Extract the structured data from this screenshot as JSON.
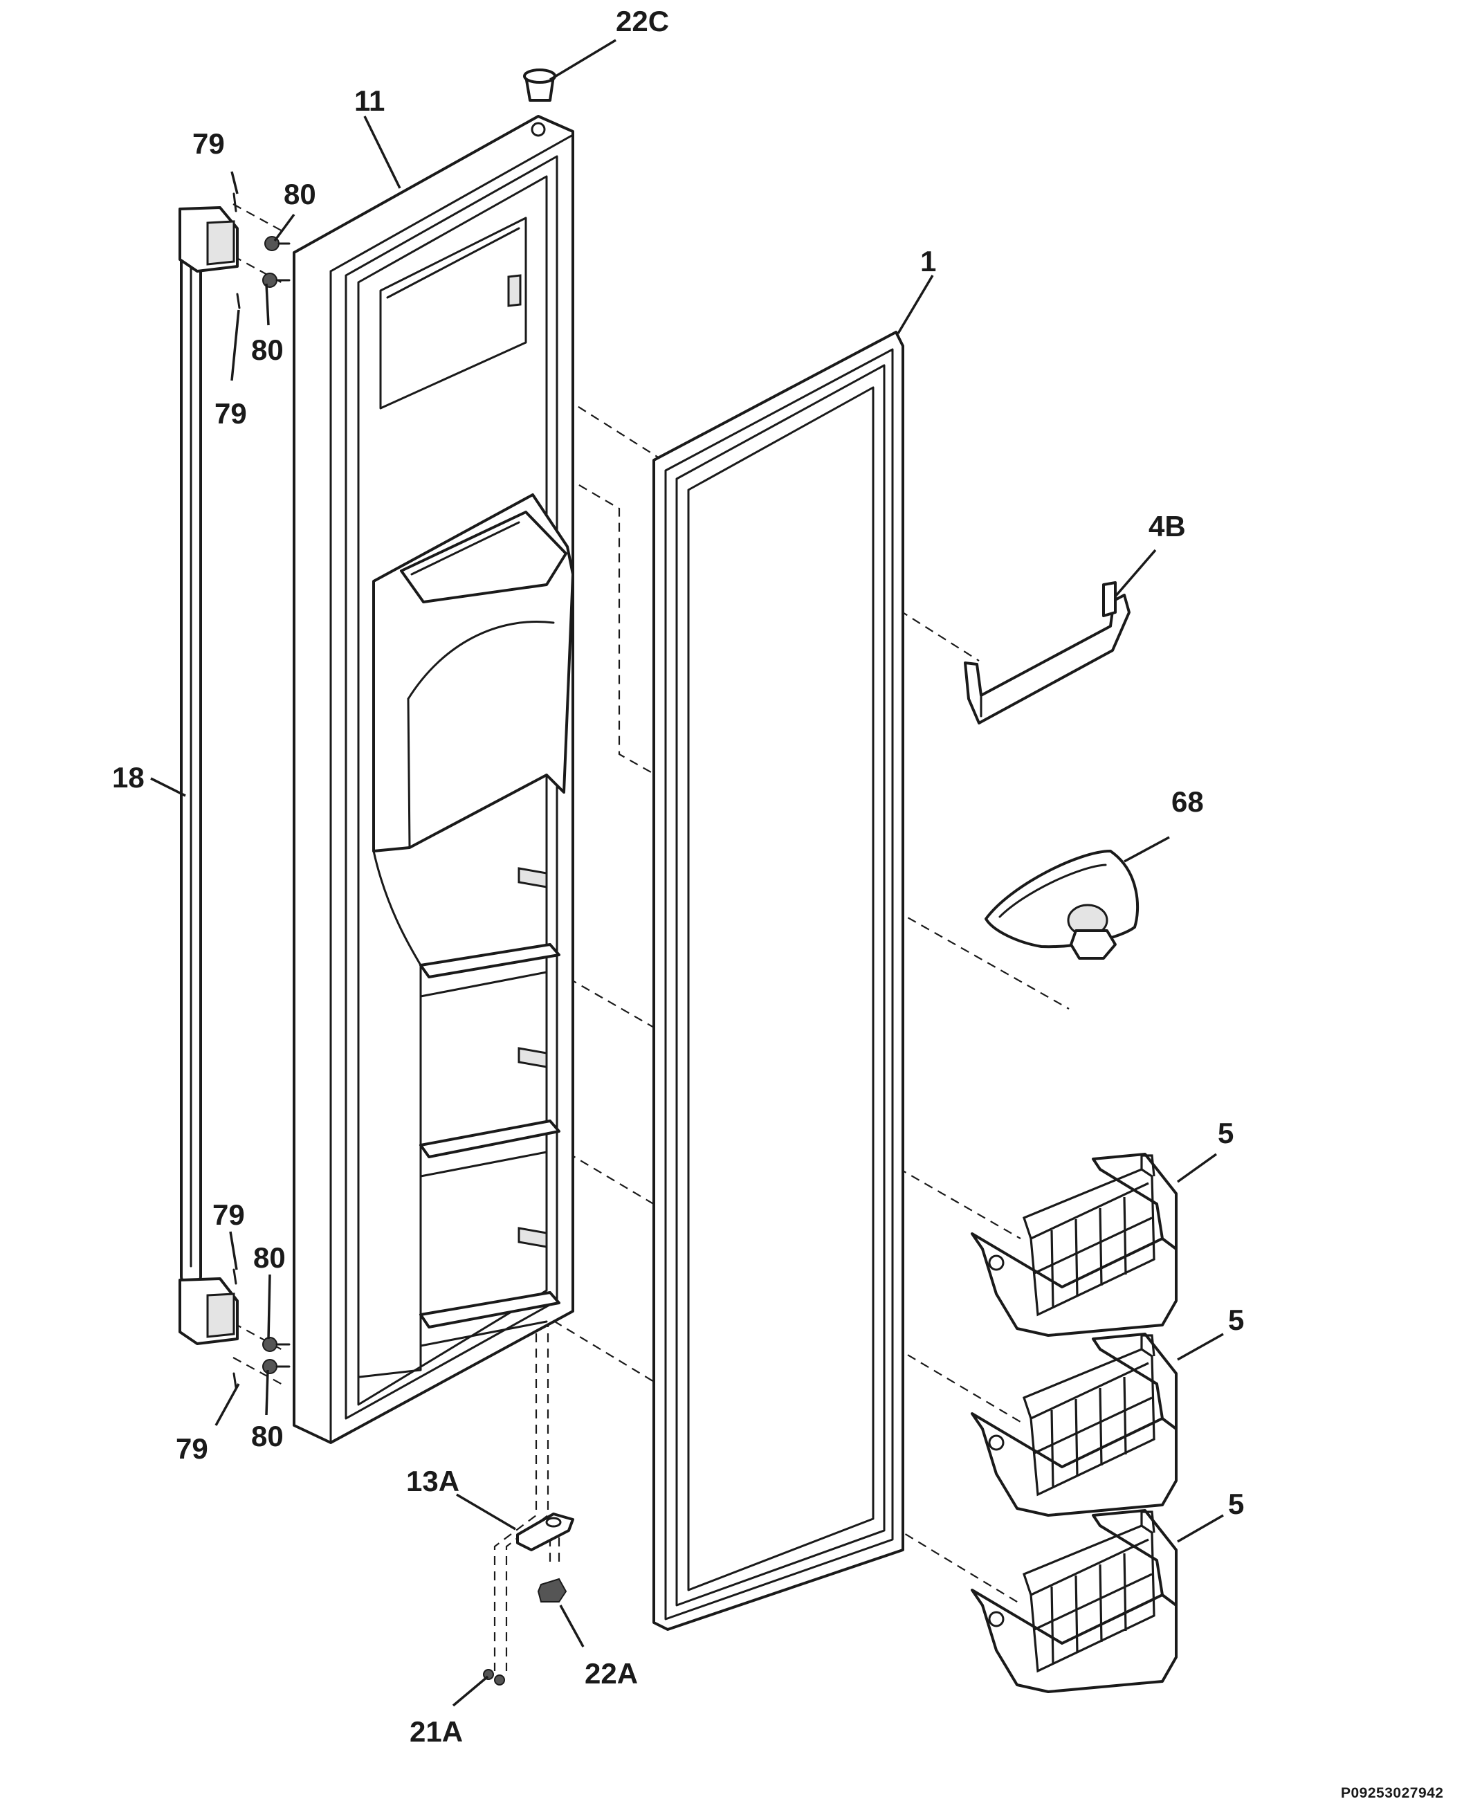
{
  "diagram": {
    "callouts": {
      "c_22c": "22C",
      "c_11": "11",
      "c_79_a": "79",
      "c_80_a": "80",
      "c_80_b": "80",
      "c_79_b": "79",
      "c_1": "1",
      "c_4b": "4B",
      "c_18": "18",
      "c_68": "68",
      "c_5_a": "5",
      "c_79_c": "79",
      "c_80_c": "80",
      "c_5_b": "5",
      "c_80_d": "80",
      "c_79_d": "79",
      "c_13a": "13A",
      "c_5_c": "5",
      "c_22a": "22A",
      "c_21a": "21A"
    },
    "drawing_code": "P09253027942"
  }
}
